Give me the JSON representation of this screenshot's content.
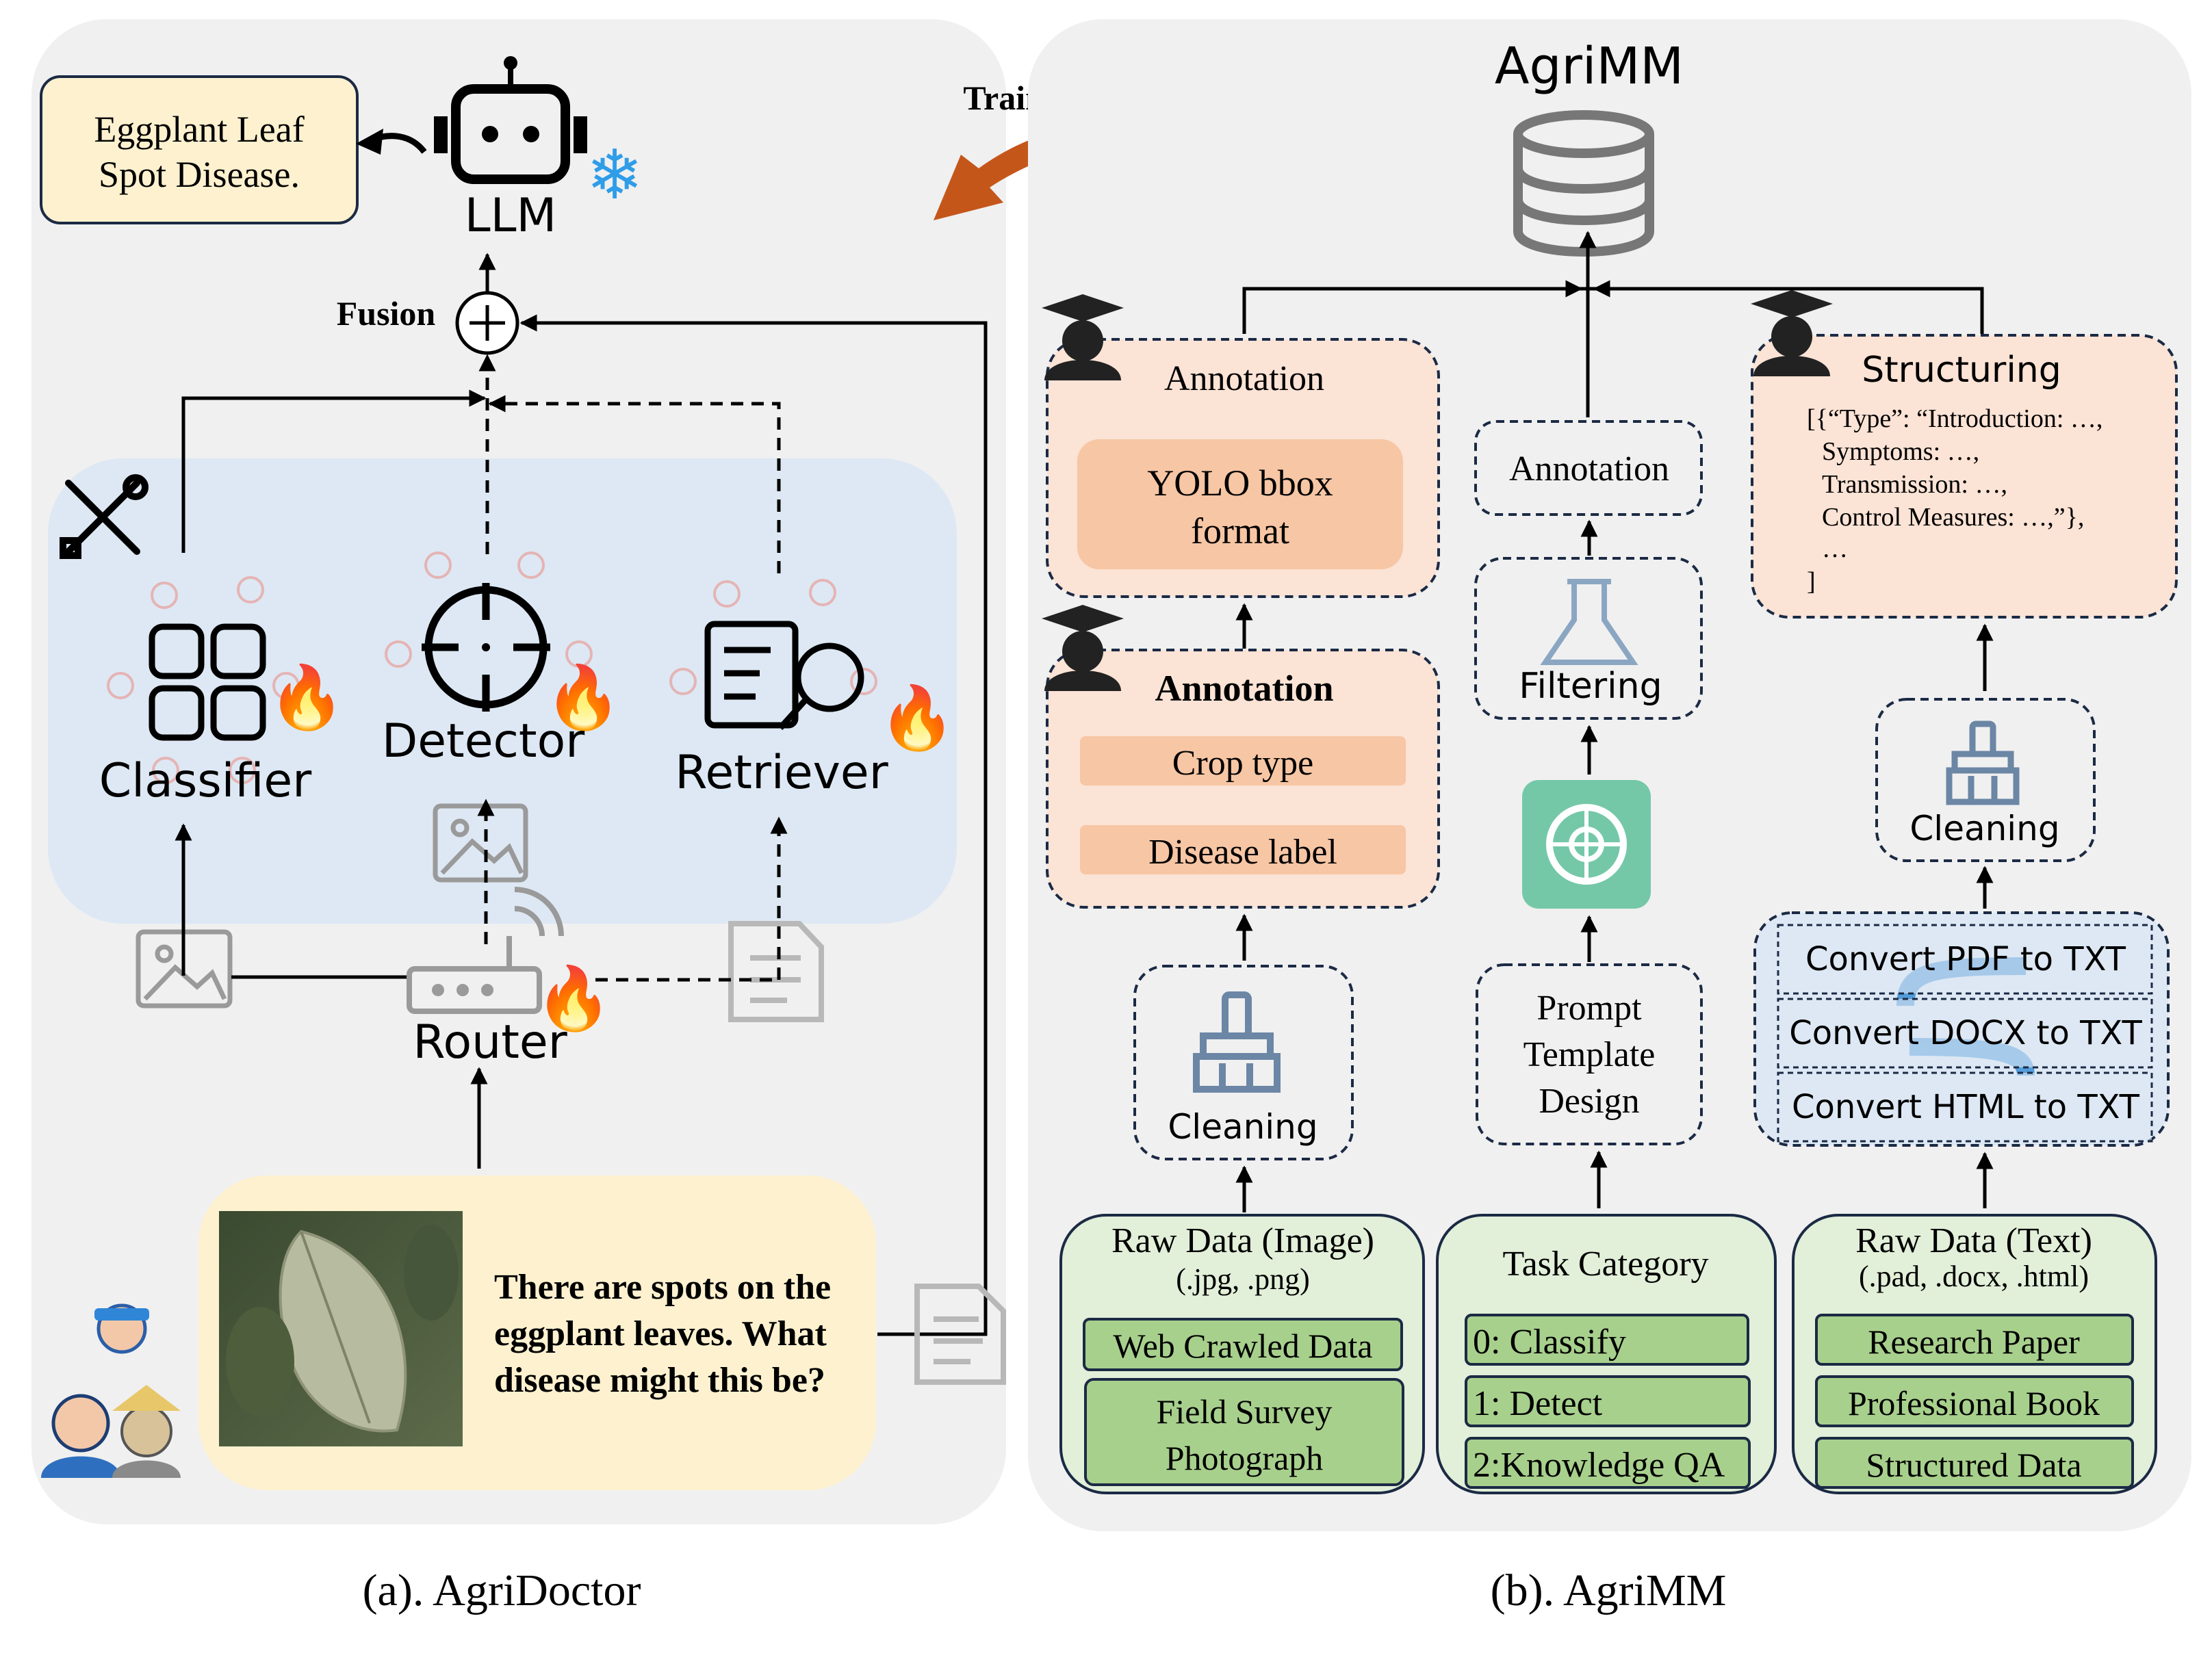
{
  "panel_a": {
    "output_box": {
      "line1": "Eggplant Leaf",
      "line2": "Spot Disease."
    },
    "llm_label": "LLM",
    "fusion_label": "Fusion",
    "classifier_label": "Classifier",
    "detector_label": "Detector",
    "retriever_label": "Retriever",
    "router_label": "Router",
    "question": {
      "line1": "There are spots on the",
      "line2": "eggplant leaves. What",
      "line3": "disease might this be?"
    },
    "caption": "(a). AgriDoctor"
  },
  "training_label": "Training",
  "panel_b": {
    "title": "AgriMM",
    "col1": {
      "annotation_top": "Annotation",
      "yolo_line1": "YOLO bbox",
      "yolo_line2": "format",
      "annotation_mid": "Annotation",
      "crop_type": "Crop type",
      "disease_label": "Disease label",
      "cleaning": "Cleaning",
      "raw_title": "Raw Data (Image)",
      "raw_sub": "(.jpg, .png)",
      "item1": "Web Crawled Data",
      "item2_line1": "Field Survey",
      "item2_line2": "Photograph"
    },
    "col2": {
      "annotation": "Annotation",
      "filtering": "Filtering",
      "prompt_line1": "Prompt",
      "prompt_line2": "Template",
      "prompt_line3": "Design",
      "task_title": "Task Category",
      "task1": "0: Classify",
      "task2": "1: Detect",
      "task3": "2:Knowledge QA"
    },
    "col3": {
      "structuring": "Structuring",
      "json_lines": [
        "[{“Type”: “Introduction: …,",
        "Symptoms: …,",
        "Transmission: …,",
        "Control Measures: …,”},",
        "…",
        "]"
      ],
      "cleaning": "Cleaning",
      "convert1": "Convert PDF to TXT",
      "convert2": "Convert DOCX to TXT",
      "convert3": "Convert HTML to TXT",
      "raw_title": "Raw Data (Text)",
      "raw_sub": "(.pad, .docx, .html)",
      "item1": "Research Paper",
      "item2": "Professional Book",
      "item3": "Structured Data"
    },
    "caption": "(b). AgriMM"
  }
}
